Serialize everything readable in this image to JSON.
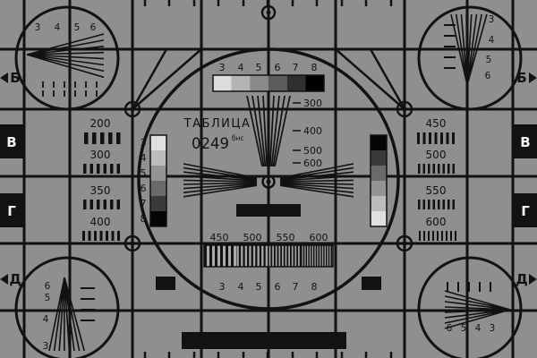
{
  "card": {
    "title": "ТАБЛИЦА",
    "number": "0249",
    "number_suffix": "бнс"
  },
  "row_labels": {
    "left": [
      "Б",
      "В",
      "Г",
      "Д"
    ],
    "right": [
      "Б",
      "В",
      "Г",
      "Д"
    ]
  },
  "center_circle": {
    "top_scale": [
      "3",
      "4",
      "5",
      "6",
      "7",
      "8"
    ],
    "left_scale": [
      "3",
      "4",
      "5",
      "6",
      "7",
      "8"
    ],
    "bottom_scale": [
      "3",
      "4",
      "5",
      "6",
      "7",
      "8"
    ],
    "wedge_labels": [
      "300",
      "400",
      "500",
      "600"
    ],
    "burst_labels": [
      "450",
      "500",
      "550",
      "600"
    ]
  },
  "side_panels": {
    "left": [
      "200",
      "300",
      "350",
      "400"
    ],
    "right": [
      "450",
      "500",
      "550",
      "600"
    ]
  },
  "corner_circles": {
    "top_left": [
      "3",
      "4",
      "5",
      "6"
    ],
    "top_right": [
      "3",
      "4",
      "5",
      "6"
    ],
    "bottom_left": [
      "6",
      "5",
      "4",
      "3"
    ],
    "bottom_right": [
      "6",
      "5",
      "4",
      "3"
    ]
  },
  "colors": {
    "background": "#8f8f8f",
    "ink": "#121212",
    "paper": "#f5f5f5"
  }
}
